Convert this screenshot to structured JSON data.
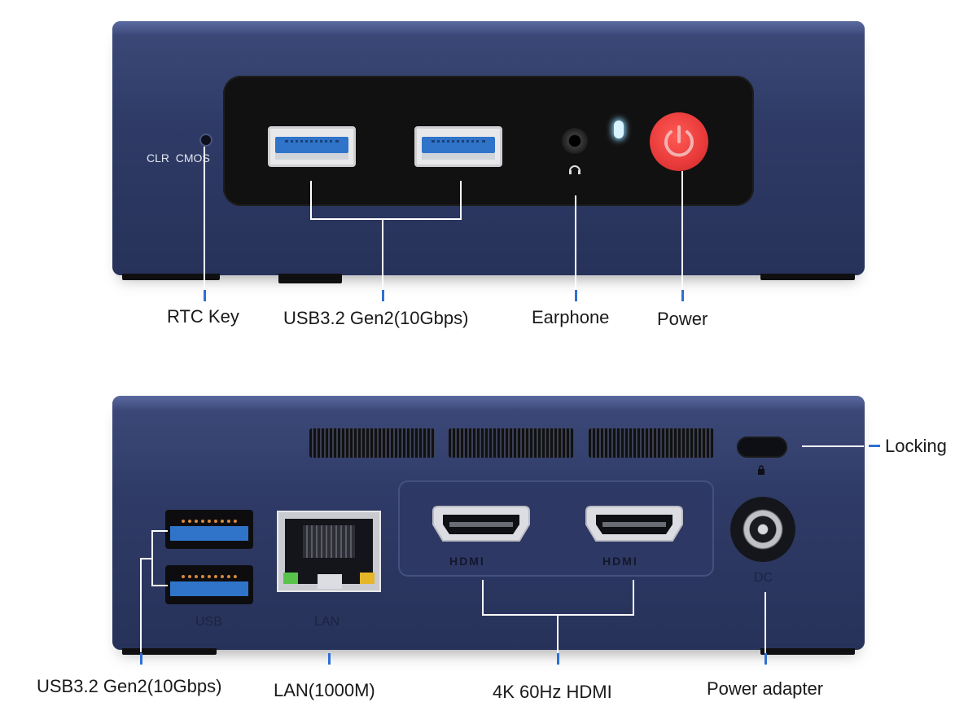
{
  "front": {
    "clr_cmos": "CLR  CMOS",
    "labels": {
      "rtc_key": "RTC Key",
      "usb": "USB3.2 Gen2(10Gbps)",
      "earphone": "Earphone",
      "power": "Power"
    }
  },
  "rear": {
    "port_labels": {
      "usb": "USB",
      "lan": "LAN",
      "dc": "DC",
      "hdmi_logo": "HDMI"
    },
    "labels": {
      "locking": "Locking",
      "usb": "USB3.2 Gen2(10Gbps)",
      "lan": "LAN(1000M)",
      "hdmi": "4K 60Hz HDMI",
      "power_adapter": "Power adapter"
    }
  },
  "colors": {
    "device_body": "#2f3b66",
    "power_button": "#e83a3a",
    "usb_blue": "#2f74c9",
    "callout_tick": "#2f6fd3"
  }
}
